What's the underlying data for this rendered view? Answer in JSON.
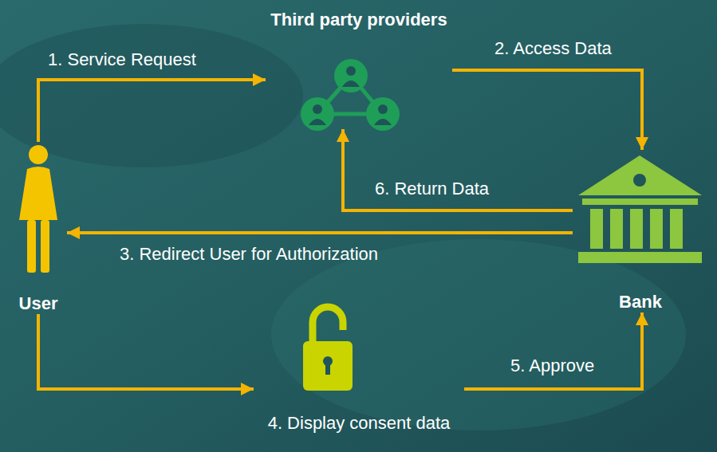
{
  "diagram": {
    "nodes": [
      {
        "text": [
          "Third party providers"
        ]
      },
      {
        "text": [
          "User"
        ]
      },
      {
        "text": [
          "Bank"
        ]
      },
      {
        "text": [
          "4. Display consent data"
        ]
      }
    ],
    "edges": [
      {
        "from": 1,
        "to": 0,
        "label": "1. Service Request",
        "arrow": "to"
      },
      {
        "from": 0,
        "to": 2,
        "label": "2. Access Data",
        "arrow": "to"
      },
      {
        "from": 2,
        "to": 1,
        "label": "3. Redirect User for Authorization",
        "arrow": "to"
      },
      {
        "from": 1,
        "to": 3,
        "arrow": "to"
      },
      {
        "from": 3,
        "to": 2,
        "label": "5. Approve",
        "arrow": "to"
      },
      {
        "from": 2,
        "to": 0,
        "label": "6. Return Data",
        "arrow": "to"
      }
    ]
  }
}
